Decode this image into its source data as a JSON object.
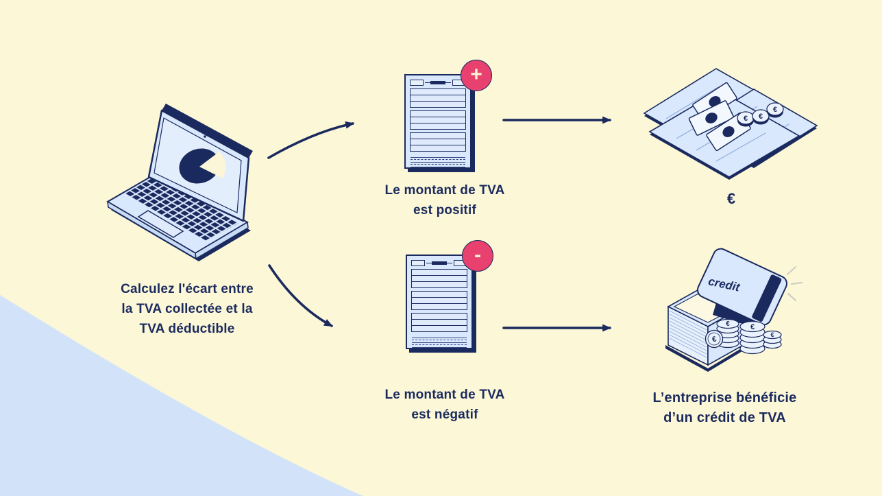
{
  "canvas": {
    "background_color": "#FBF7D7",
    "corner_shape_color": "#D2E3F9",
    "navy_color": "#1B2A5E",
    "pink_color": "#E8416F",
    "illustration_blue": "#D9E8FC"
  },
  "captions": {
    "main": [
      "Calculez l'écart entre",
      "la TVA collectée et la",
      "TVA déductible"
    ],
    "positive": [
      "Le montant de TVA",
      "est positif"
    ],
    "negative": [
      "Le montant de TVA",
      "est négatif"
    ],
    "credit_result": [
      "L’entreprise bénéficie",
      "d’un crédit de TVA"
    ],
    "euro_symbol": "€"
  },
  "badges": {
    "plus": "+",
    "minus": "-"
  },
  "illustrations": {
    "laptop": "laptop-with-pie-chart",
    "money": "cash-bills-and-documents",
    "credit_box": "open-box-with-credit-card-and-coins",
    "credit_card_label": "credit",
    "coin_symbol": "€"
  }
}
